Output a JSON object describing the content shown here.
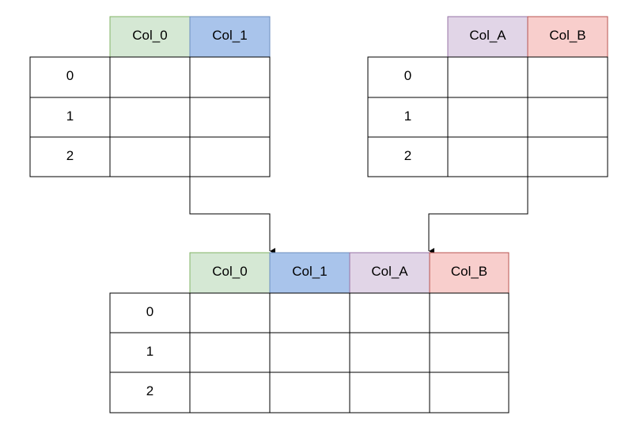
{
  "tables": {
    "left": {
      "headers": [
        {
          "label": "Col_0",
          "color": "#d5e8d4"
        },
        {
          "label": "Col_1",
          "color": "#a9c4eb"
        }
      ],
      "rows": [
        "0",
        "1",
        "2"
      ]
    },
    "right": {
      "headers": [
        {
          "label": "Col_A",
          "color": "#e1d5e7"
        },
        {
          "label": "Col_B",
          "color": "#f8cecc"
        }
      ],
      "rows": [
        "0",
        "1",
        "2"
      ]
    },
    "result": {
      "headers": [
        {
          "label": "Col_0",
          "color": "#d5e8d4"
        },
        {
          "label": "Col_1",
          "color": "#a9c4eb"
        },
        {
          "label": "Col_A",
          "color": "#e1d5e7"
        },
        {
          "label": "Col_B",
          "color": "#f8cecc"
        }
      ],
      "rows": [
        "0",
        "1",
        "2"
      ]
    }
  },
  "colors": {
    "border": "#000000",
    "header_border_green": "#82b366",
    "header_border_blue": "#6c8ebf",
    "header_border_purple": "#9673a6",
    "header_border_red": "#b85450"
  }
}
